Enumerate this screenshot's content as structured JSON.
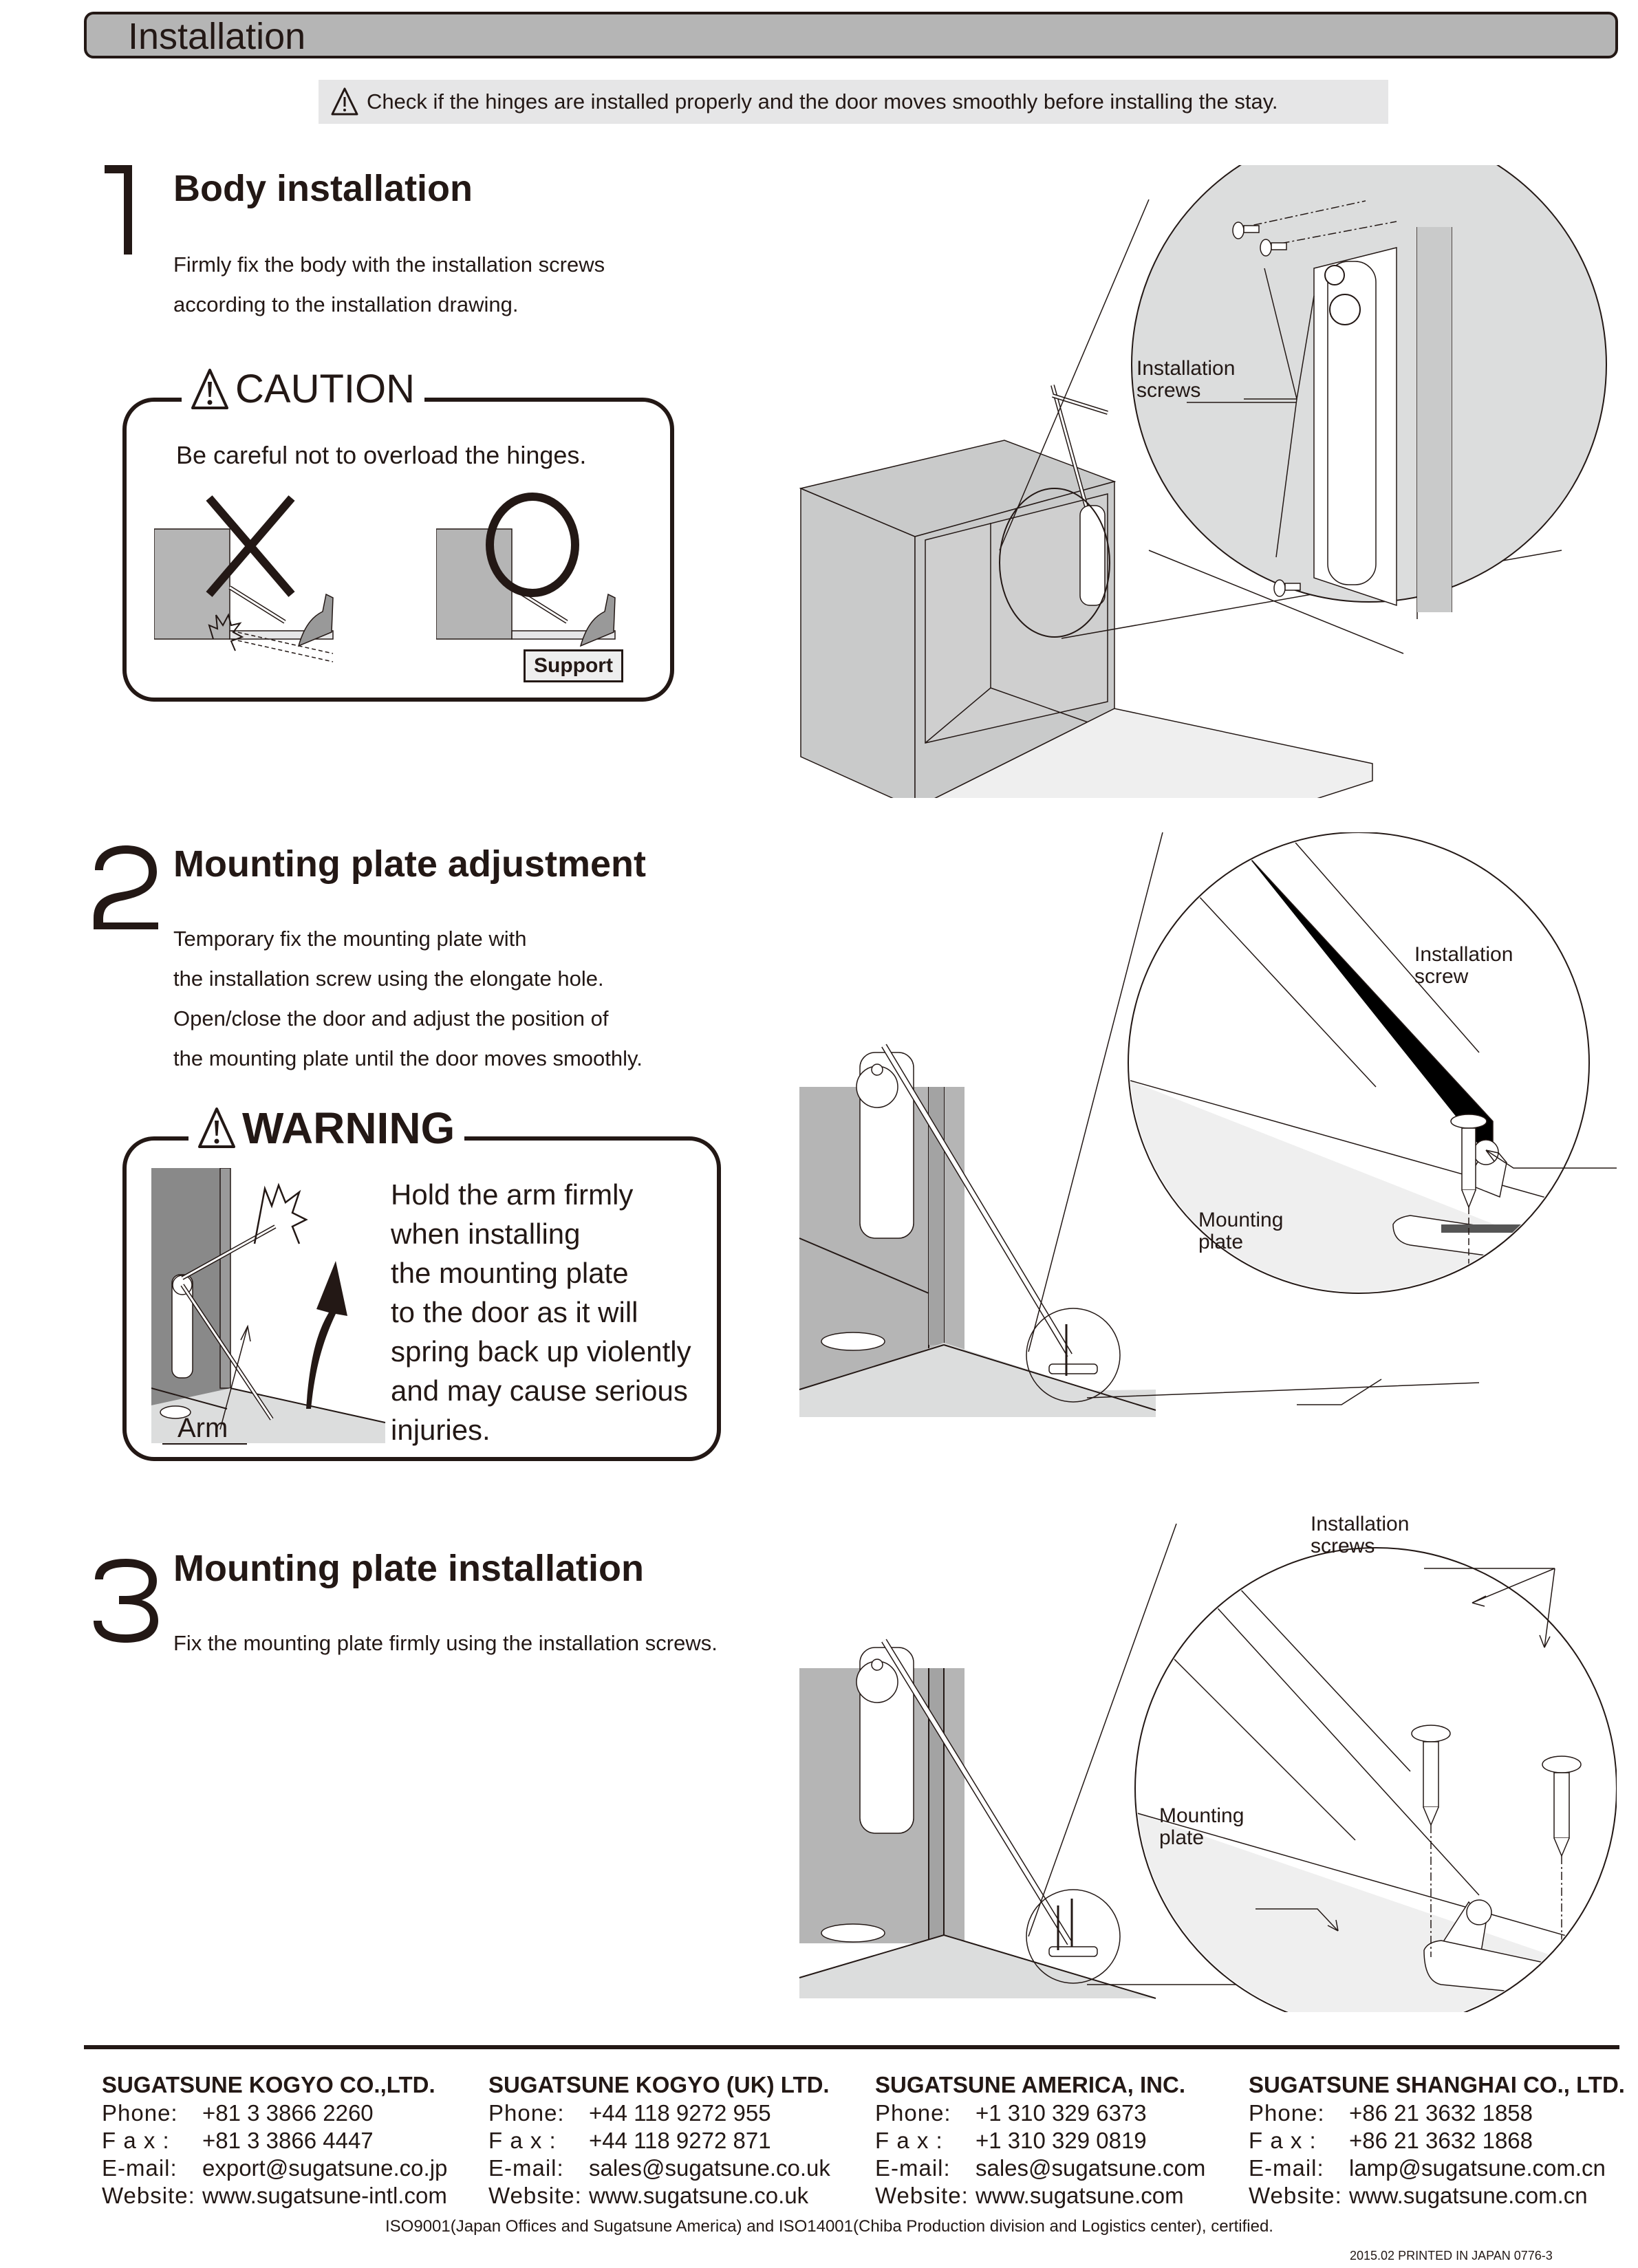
{
  "header": {
    "title": "Installation"
  },
  "notice": {
    "icon": "warning-triangle-icon",
    "text": "Check if the hinges are installed properly and the door moves smoothly before installing the stay."
  },
  "steps": [
    {
      "number": "1",
      "title": "Body installation",
      "body": [
        "Firmly fix the body with the installation screws",
        "according to the installation drawing."
      ],
      "diagram_labels": {
        "screws": [
          "Installation",
          "screws"
        ]
      }
    },
    {
      "number": "2",
      "title": "Mounting plate adjustment",
      "body": [
        "Temporary fix the mounting plate with",
        "the installation screw using the elongate hole.",
        "Open/close the door and adjust the position of",
        "the mounting plate until the door moves smoothly."
      ],
      "diagram_labels": {
        "screw": [
          "Installation",
          "screw"
        ],
        "plate": [
          "Mounting",
          "plate"
        ]
      }
    },
    {
      "number": "3",
      "title": "Mounting plate installation",
      "body": [
        "Fix the mounting plate firmly using the installation screws."
      ],
      "diagram_labels": {
        "screws": [
          "Installation",
          "screws"
        ],
        "plate": [
          "Mounting",
          "plate"
        ]
      }
    }
  ],
  "caution": {
    "label": "CAUTION",
    "text": "Be careful not to overload the hinges.",
    "wrong_mark": "✕",
    "right_mark": "○",
    "support_label": "Support"
  },
  "warning": {
    "label": "WARNING",
    "text": [
      "Hold the arm firmly",
      "when installing",
      "the mounting plate",
      "to the door as it will",
      "spring back up violently",
      "and may cause serious",
      "injuries."
    ],
    "arm_label": "Arm"
  },
  "footer": {
    "companies": [
      {
        "name": "SUGATSUNE KOGYO CO.,LTD.",
        "phone": "+81 3 3866 2260",
        "fax": "+81 3 3866 4447",
        "email": "export@sugatsune.co.jp",
        "website": "www.sugatsune-intl.com"
      },
      {
        "name": "SUGATSUNE KOGYO (UK) LTD.",
        "phone": "+44 118 9272 955",
        "fax": "+44 118 9272 871",
        "email": "sales@sugatsune.co.uk",
        "website": "www.sugatsune.co.uk"
      },
      {
        "name": "SUGATSUNE AMERICA, INC.",
        "phone": "+1 310 329 6373",
        "fax": "+1 310 329 0819",
        "email": "sales@sugatsune.com",
        "website": "www.sugatsune.com"
      },
      {
        "name": "SUGATSUNE SHANGHAI CO., LTD.",
        "phone": "+86  21 3632 1858",
        "fax": "+86  21 3632 1868",
        "email": "lamp@sugatsune.com.cn",
        "website": "www.sugatsune.com.cn"
      }
    ],
    "labels": {
      "phone": "Phone:",
      "fax": "F a x :",
      "email": "E-mail:",
      "website": "Website:"
    },
    "iso": "ISO9001(Japan Offices and Sugatsune America) and ISO14001(Chiba Production division and Logistics center), certified.",
    "printed": "2015.02  PRINTED IN JAPAN  0776-3"
  },
  "colors": {
    "ink": "#231815",
    "header_bg": "#b5b5b5",
    "notice_bg": "#e6e6e7",
    "panel_gray": "#c9caca",
    "floor_gray": "#efefef"
  }
}
